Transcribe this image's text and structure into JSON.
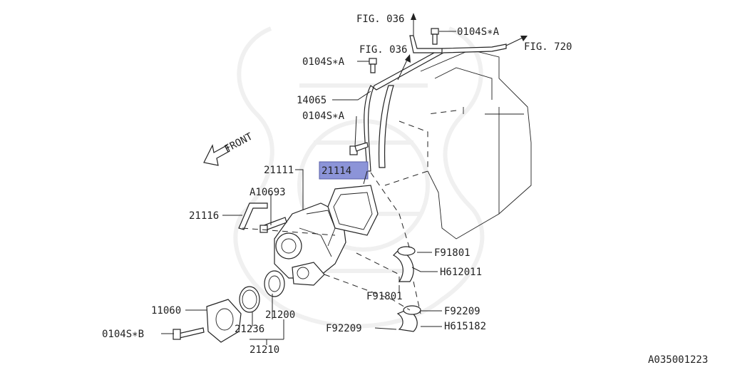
{
  "labels": {
    "fig036_top": "FIG. 036",
    "bolt_a_top": "0104S∗A",
    "fig720": "FIG. 720",
    "fig036_mid": "FIG. 036",
    "bolt_a_left": "0104S∗A",
    "p14065": "14065",
    "bolt_a_mid": "0104S∗A",
    "front": "FRONT",
    "p21114": "21114",
    "p21111": "21111",
    "a10693": "A10693",
    "p21116": "21116",
    "f91801_right": "F91801",
    "h612011": "H612011",
    "f91801_bottom": "F91801",
    "p11060": "11060",
    "p21200": "21200",
    "f92209_right": "F92209",
    "f92209_left": "F92209",
    "h615182": "H615182",
    "bolt_b": "0104S∗B",
    "p21236": "21236",
    "p21210": "21210",
    "diagram_code": "A035001223"
  },
  "colors": {
    "highlight": "#8c94d8",
    "line": "#222222",
    "watermark": "#f0f0f0"
  }
}
